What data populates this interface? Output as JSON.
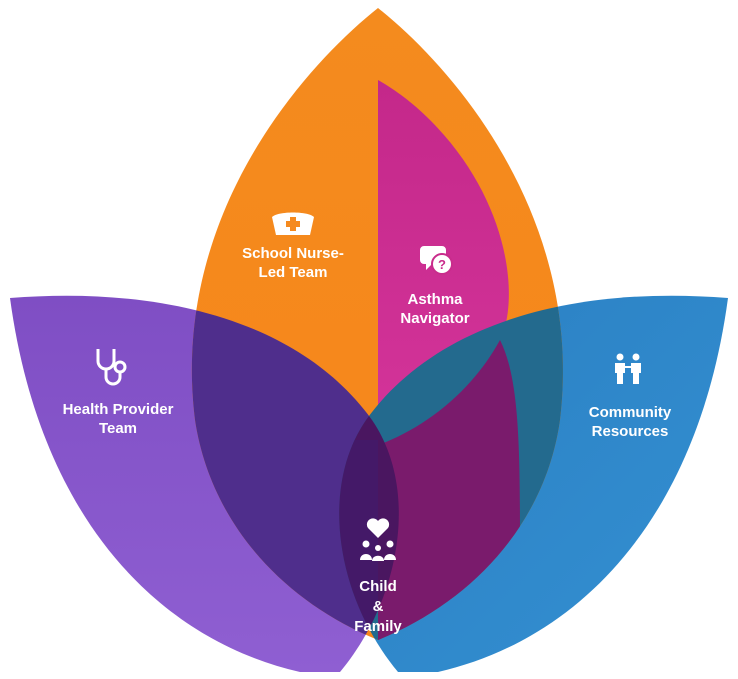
{
  "diagram": {
    "petals": {
      "school_nurse": {
        "lines": [
          "School Nurse-",
          "Led Team"
        ],
        "icon": "nurse-cap-icon",
        "color": "#f58a1f"
      },
      "asthma_navigator": {
        "lines": [
          "Asthma",
          "Navigator"
        ],
        "icon": "chat-question-icon",
        "color": "#c92c8c"
      },
      "health_provider": {
        "lines": [
          "Health Provider",
          "Team"
        ],
        "icon": "stethoscope-icon",
        "color": "#7b4bbd"
      },
      "community": {
        "lines": [
          "Community",
          "Resources"
        ],
        "icon": "people-icon",
        "color": "#2e86c8"
      },
      "child_family": {
        "lines": [
          "Child",
          "&",
          "Family"
        ],
        "icon": "heart-family-icon",
        "color": "#4a1660"
      }
    },
    "colors": {
      "orange": "#f58a1f",
      "magenta": "#c92c8c",
      "purple": "#7b4bbd",
      "blue": "#2e86c8",
      "overlap_purple": "#4f2e8c",
      "overlap_magenta": "#7a1b6c",
      "overlap_teal": "#236a8e",
      "center": "#4a1660"
    }
  }
}
